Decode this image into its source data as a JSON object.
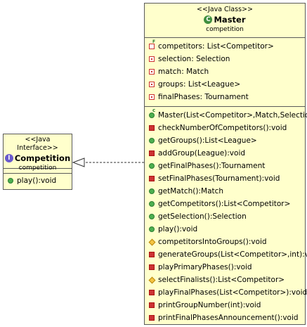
{
  "master": {
    "stereotype": "<<Java Class>>",
    "name": "Master",
    "package": "competition",
    "badge": "C",
    "badge_icon": "class-icon",
    "fields": [
      {
        "text": "competitors: List<Competitor>",
        "icon": "final-field"
      },
      {
        "text": "selection: Selection",
        "icon": "priv-field"
      },
      {
        "text": "match: Match",
        "icon": "priv-field"
      },
      {
        "text": "groups: List<League>",
        "icon": "priv-field"
      },
      {
        "text": "finalPhases: Tournament",
        "icon": "priv-field"
      }
    ],
    "methods": [
      {
        "text": "Master(List<Competitor>,Match,Selection)",
        "icon": "ctor"
      },
      {
        "text": "checkNumberOfCompetitors():void",
        "icon": "priv-method"
      },
      {
        "text": "getGroups():List<League>",
        "icon": "pub-method"
      },
      {
        "text": "addGroup(League):void",
        "icon": "priv-method"
      },
      {
        "text": "getFinalPhases():Tournament",
        "icon": "pub-method"
      },
      {
        "text": "setFinalPhases(Tournament):void",
        "icon": "priv-method"
      },
      {
        "text": "getMatch():Match",
        "icon": "pub-method"
      },
      {
        "text": "getCompetitors():List<Competitor>",
        "icon": "pub-method"
      },
      {
        "text": "getSelection():Selection",
        "icon": "pub-method"
      },
      {
        "text": "play():void",
        "icon": "pub-method"
      },
      {
        "text": "competitorsIntoGroups():void",
        "icon": "prot-method"
      },
      {
        "text": "generateGroups(List<Competitor>,int):void",
        "icon": "priv-method"
      },
      {
        "text": "playPrimaryPhases():void",
        "icon": "priv-method"
      },
      {
        "text": "selectFinalists():List<Competitor>",
        "icon": "prot-method"
      },
      {
        "text": "playFinalPhases(List<Competitor>):void",
        "icon": "priv-method"
      },
      {
        "text": "printGroupNumber(int):void",
        "icon": "priv-method"
      },
      {
        "text": "printFinalPhasesAnnouncement():void",
        "icon": "priv-method"
      }
    ]
  },
  "competition": {
    "stereotype": "<<Java Interface>>",
    "name": "Competition",
    "package": "competition",
    "badge": "I",
    "badge_icon": "interface-icon",
    "fields": [],
    "methods": [
      {
        "text": "play():void",
        "icon": "pub-method"
      }
    ]
  },
  "relation": {
    "type": "realization",
    "from": "Master",
    "to": "Competition",
    "style": "dashed-line-hollow-triangle"
  },
  "colors": {
    "box_fill": "#ffffcc",
    "box_border": "#5a5a5a",
    "private": "#cc3333",
    "public": "#4caf50",
    "protected": "#f5c542"
  }
}
